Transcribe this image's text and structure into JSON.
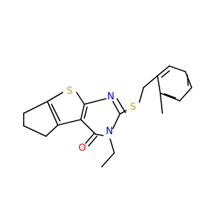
{
  "molecule": {
    "colors": {
      "bond": "#000000",
      "sulfur": "#b5b500",
      "nitrogen": "#0000ff",
      "oxygen": "#ff0000",
      "background": "#ffffff"
    },
    "atom_labels": [
      {
        "id": "S_thiophene",
        "text": "S",
        "element": "sulfur"
      },
      {
        "id": "N_ring",
        "text": "N",
        "element": "nitrogen"
      },
      {
        "id": "S_thioether",
        "text": "S",
        "element": "sulfur"
      },
      {
        "id": "N_ethyl",
        "text": "N",
        "element": "nitrogen"
      },
      {
        "id": "O_carbonyl",
        "text": "O",
        "element": "oxygen"
      }
    ]
  }
}
